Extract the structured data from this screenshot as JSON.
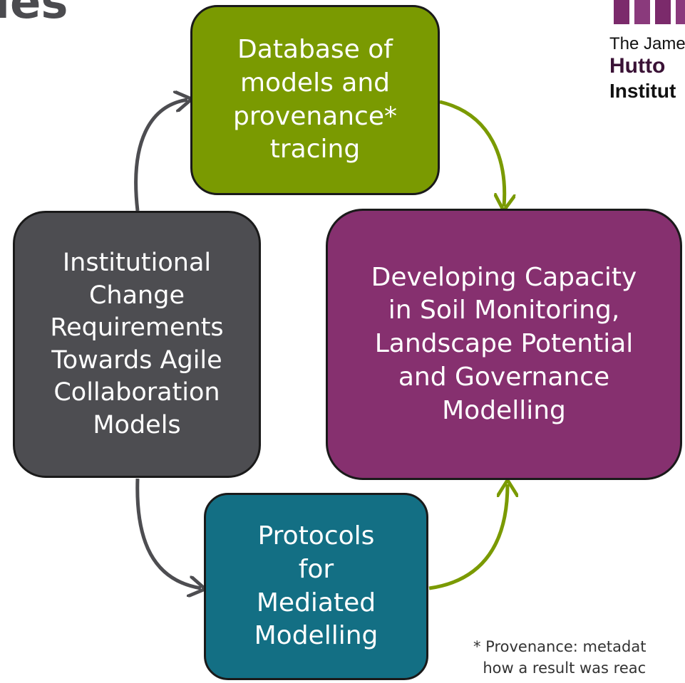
{
  "title_fragment": "ies",
  "logo": {
    "line1": "The Jame",
    "line2": "Hutto",
    "line3": "Institut"
  },
  "boxes": {
    "database": "Database of\nmodels and\nprovenance*\ntracing",
    "institutional": "Institutional\nChange\nRequirements\nTowards Agile\nCollaboration\nModels",
    "developing": "Developing Capacity\nin Soil Monitoring,\nLandscape Potential\nand Governance\nModelling",
    "protocols": "Protocols\nfor\nMediated\nModelling"
  },
  "footnote": "* Provenance: metadat\n  how a result was reac",
  "colors": {
    "database": "#7a9a01",
    "institutional": "#4d4d51",
    "developing": "#86306f",
    "protocols": "#136f84",
    "arrow_green": "#7a9a01",
    "arrow_gray": "#4d4d51",
    "logo_purple": "#7b2a6b"
  }
}
